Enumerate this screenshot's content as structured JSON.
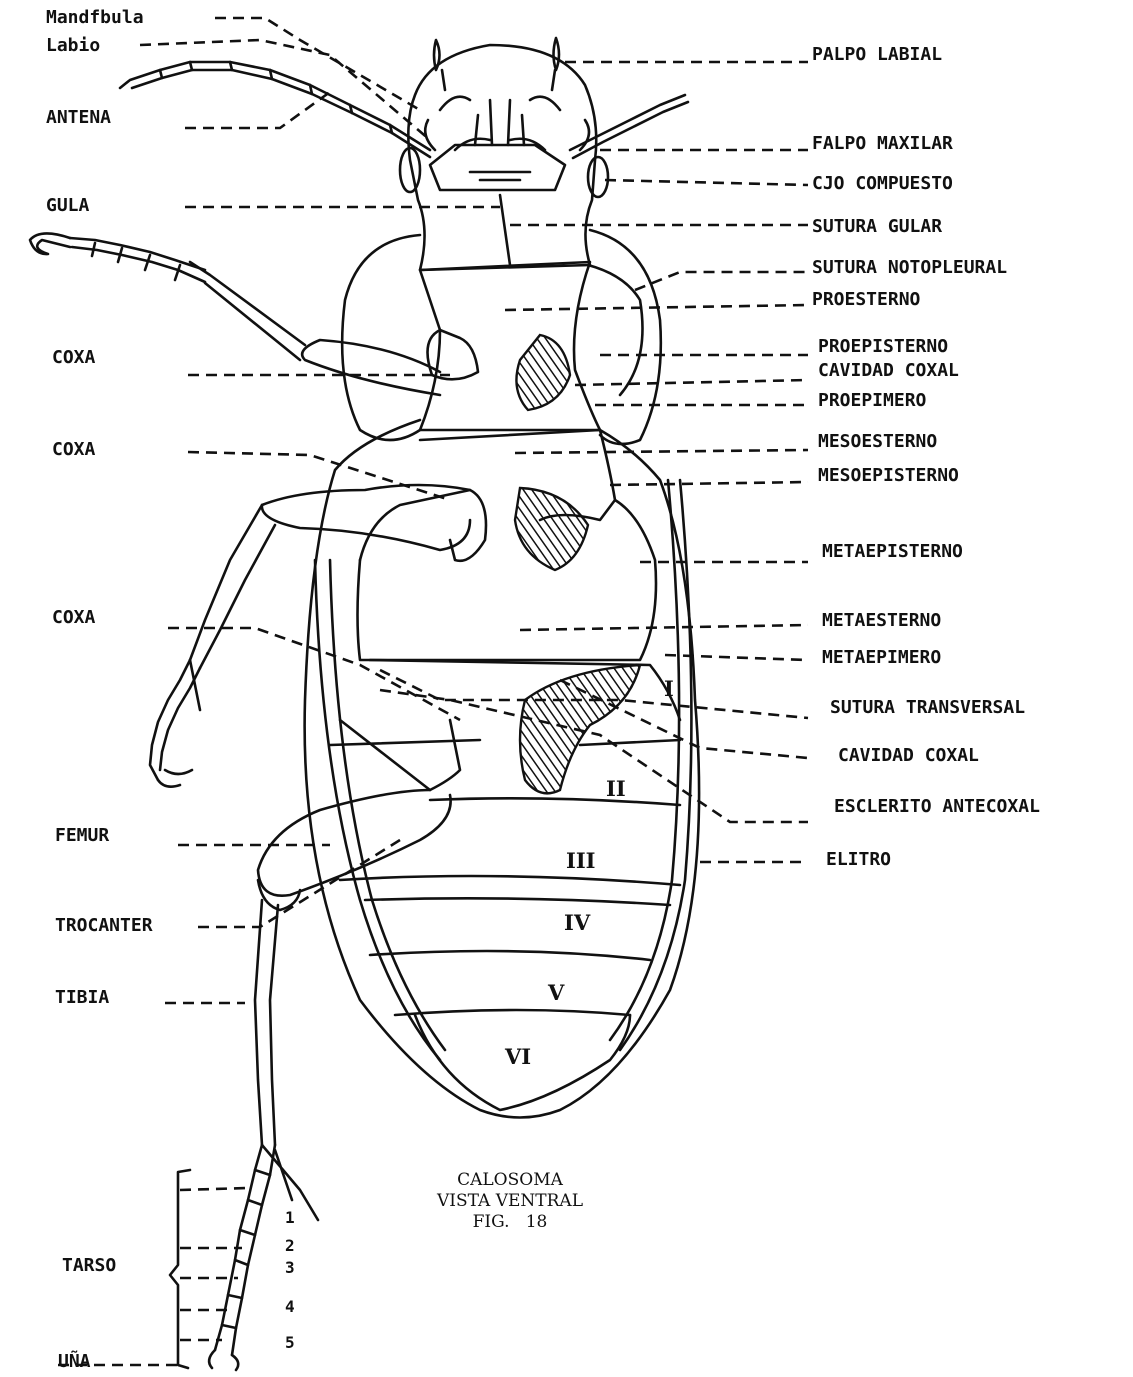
{
  "labels_left": {
    "mandibula": "Mandfbula",
    "labio": "Labio",
    "antena": "ANTENA",
    "gula": "GULA",
    "coxa_1": "COXA",
    "coxa_2": "COXA",
    "coxa_3": "COXA",
    "femur": "FEMUR",
    "trocanter": "TROCANTER",
    "tibia": "TIBIA",
    "tarso": "TARSO",
    "una": "UÑA"
  },
  "labels_right": {
    "palpo_labial": "PALPO LABIAL",
    "palpo_maxilar": "FALPO MAXILAR",
    "ojo_compuesto": "CJO COMPUESTO",
    "sutura_gular": "SUTURA GULAR",
    "sutura_notopleural": "SUTURA NOTOPLEURAL",
    "proesterno": "PROESTERNO",
    "proepisterno": "PROEPISTERNO",
    "cavidad_coxal_1": "CAVIDAD COXAL",
    "proepimero": "PROEPIMERO",
    "mesoesterno": "MESOESTERNO",
    "mesoepisterno": "MESOEPISTERNO",
    "metaepisterno": "METAEPISTERNO",
    "metaesterno": "METAESTERNO",
    "metaepimero": "METAEPIMERO",
    "sutura_transversal": "SUTURA TRANSVERSAL",
    "cavidad_coxal_2": "CAVIDAD COXAL",
    "esclerito_antecoxal": "ESCLERITO ANTECOXAL",
    "elitro": "ELITRO"
  },
  "segments": [
    "I",
    "II",
    "III",
    "IV",
    "V",
    "VI"
  ],
  "tarsus_numbers": [
    "1",
    "2",
    "3",
    "4",
    "5"
  ],
  "caption": {
    "line1": "CALOSOMA",
    "line2": "VISTA VENTRAL",
    "line3": "FIG.   18"
  }
}
